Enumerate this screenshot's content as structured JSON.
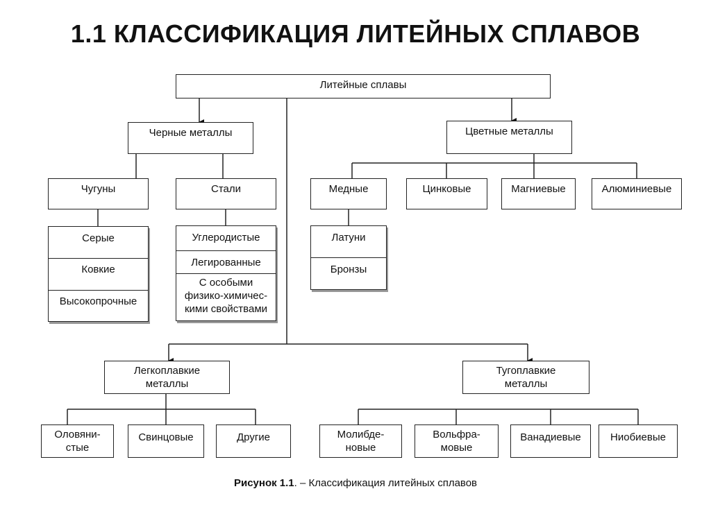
{
  "title": "1.1 КЛАССИФИКАЦИЯ ЛИТЕЙНЫХ СПЛАВОВ",
  "root": "Литейные сплавы",
  "ferrous": {
    "label": "Черные металлы",
    "cast_iron": {
      "label": "Чугуны",
      "items": [
        "Серые",
        "Ковкие",
        "Высокопрочные"
      ]
    },
    "steel": {
      "label": "Стали",
      "items": [
        "Углеродистые",
        "Легированные",
        "С особыми физико-химичес-кими свойствами"
      ]
    }
  },
  "nonferrous": {
    "label": "Цветные металлы",
    "groups": [
      "Медные",
      "Цинковые",
      "Магниевые",
      "Алюминиевые"
    ],
    "copper_items": [
      "Латуни",
      "Бронзы"
    ]
  },
  "low_melting": {
    "label": "Легкоплавкие металлы",
    "items": [
      "Оловяни-стые",
      "Свинцовые",
      "Другие"
    ]
  },
  "refractory": {
    "label": "Тугоплавкие металлы",
    "items": [
      "Молибде-новые",
      "Вольфра-мовые",
      "Ванадиевые",
      "Ниобиевые"
    ]
  },
  "caption": {
    "number": "Рисунок 1.1",
    "text": ". – Классификация литейных сплавов"
  }
}
